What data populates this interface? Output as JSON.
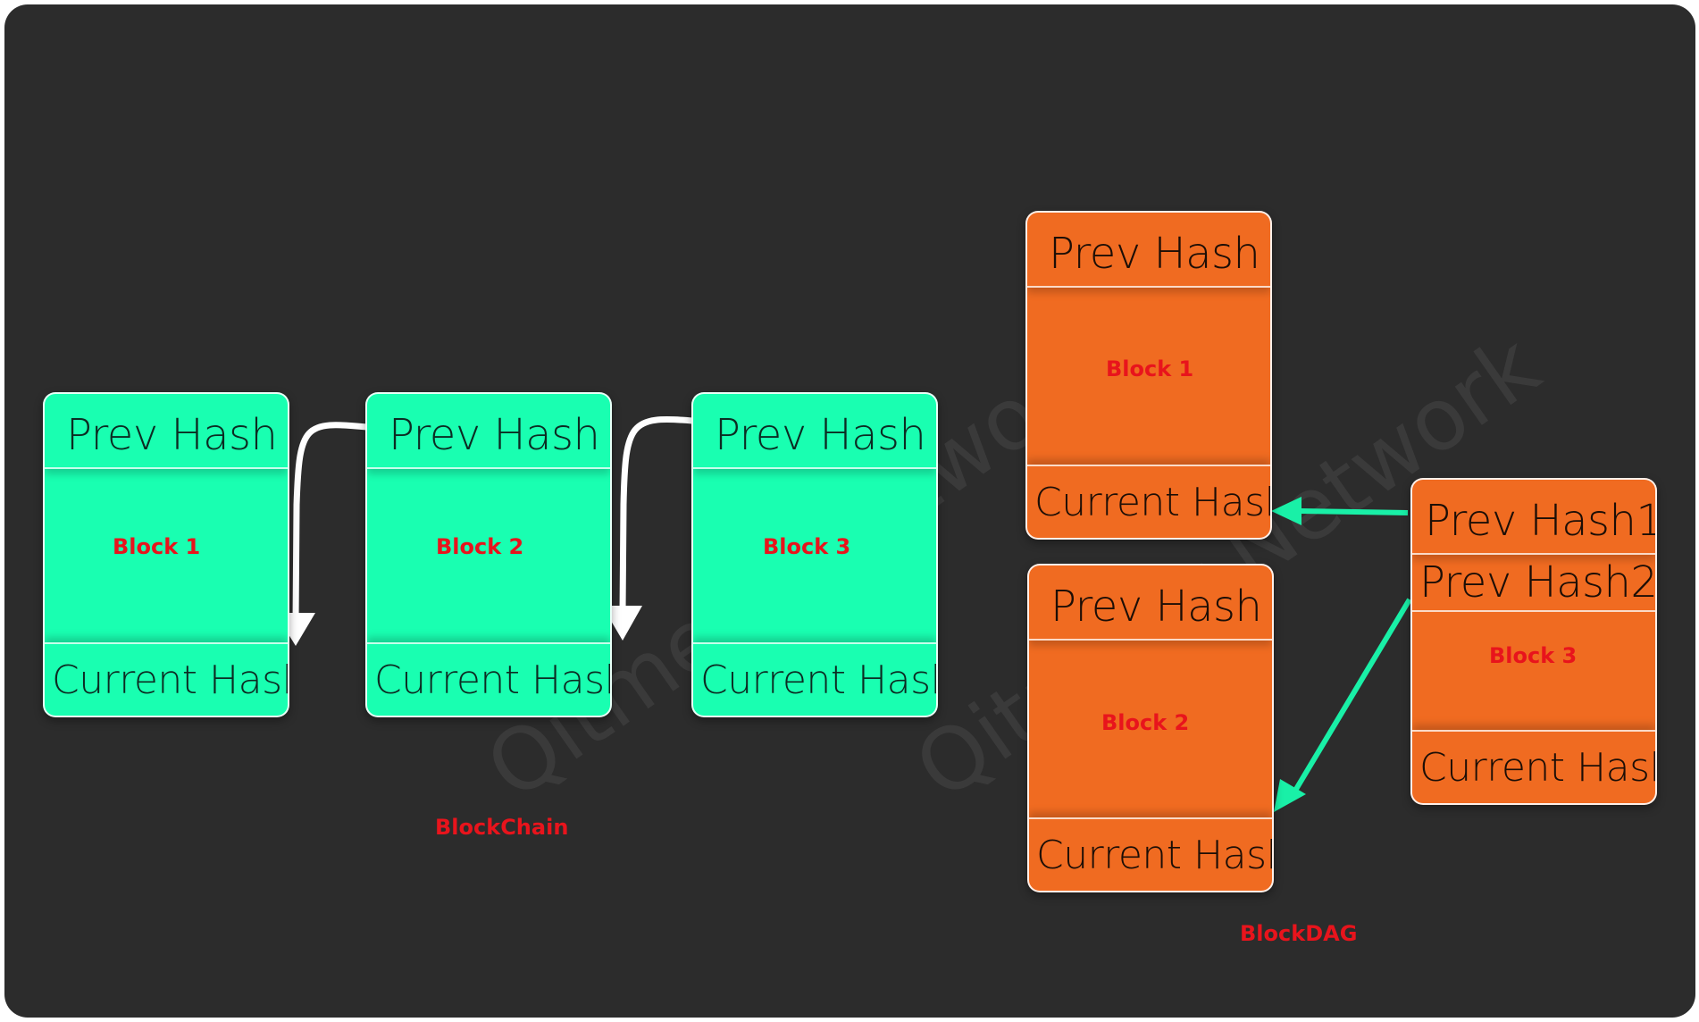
{
  "watermark": "Qitmeer Network",
  "colors": {
    "chain_block": "#19ffb1",
    "dag_block": "#f06b21",
    "label": "#e8141c",
    "chain_arrow": "#ffffff",
    "dag_arrow": "#19f0a7"
  },
  "blockchain": {
    "caption": "BlockChain",
    "blocks": [
      {
        "top": "Prev Hash",
        "label": "Block 1",
        "bottom": "Current Hash"
      },
      {
        "top": "Prev Hash",
        "label": "Block 2",
        "bottom": "Current Hash"
      },
      {
        "top": "Prev Hash",
        "label": "Block 3",
        "bottom": "Current Hash"
      }
    ]
  },
  "blockdag": {
    "caption": "BlockDAG",
    "block1": {
      "top": "Prev Hash",
      "label": "Block 1",
      "bottom": "Current Hash"
    },
    "block2": {
      "top": "Prev Hash",
      "label": "Block 2",
      "bottom": "Current Hash"
    },
    "block3": {
      "top1": "Prev Hash1",
      "top2": "Prev Hash2",
      "label": "Block 3",
      "bottom": "Current Hash"
    }
  }
}
